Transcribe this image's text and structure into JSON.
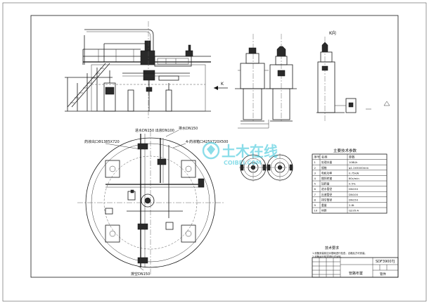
{
  "labels": {
    "view_k_left": "K",
    "view_k_right": "K向",
    "inlet_outlet": "进水DN150  出液DN100",
    "drain_top": "排水DN150",
    "dosing_port": "药液出口Φ1385X720",
    "dosing_box": "4-药液箱口425X720X500",
    "bottom_drain": "排空DN150",
    "spec_title": "主要技术参数",
    "notes_title": "技术要求",
    "notes_line1": "1.设备安装前应对基础进行检查，合格后方可安装。",
    "notes_line2": "2.设备运行前须进行试运转。",
    "drawing_title": "管路布置",
    "drawing_no": "SDF39007J",
    "sheet_label": "管件"
  },
  "spec_table": {
    "headers": [
      "序号",
      "名称",
      "参数"
    ],
    "rows": [
      {
        "no": "1",
        "name": "处理水量",
        "value": "108t/h"
      },
      {
        "no": "2",
        "name": "规格",
        "value": "φ1.2X5000mm"
      },
      {
        "no": "3",
        "name": "电机功率",
        "value": "0.75kW"
      },
      {
        "no": "4",
        "name": "搅拌转速",
        "value": "60r/min"
      },
      {
        "no": "5",
        "name": "加药量",
        "value": "0.5%"
      },
      {
        "no": "6",
        "name": "进水管径",
        "value": "DN150"
      },
      {
        "no": "7",
        "name": "出液管径",
        "value": "DN100"
      },
      {
        "no": "8",
        "name": "排空管径",
        "value": "DN150"
      },
      {
        "no": "9",
        "name": "重量",
        "value": "2.8t"
      },
      {
        "no": "10",
        "name": "材质",
        "value": "Q235-A"
      }
    ]
  },
  "watermark": {
    "cn": "土木在线",
    "en": "COIBEI.COM"
  }
}
